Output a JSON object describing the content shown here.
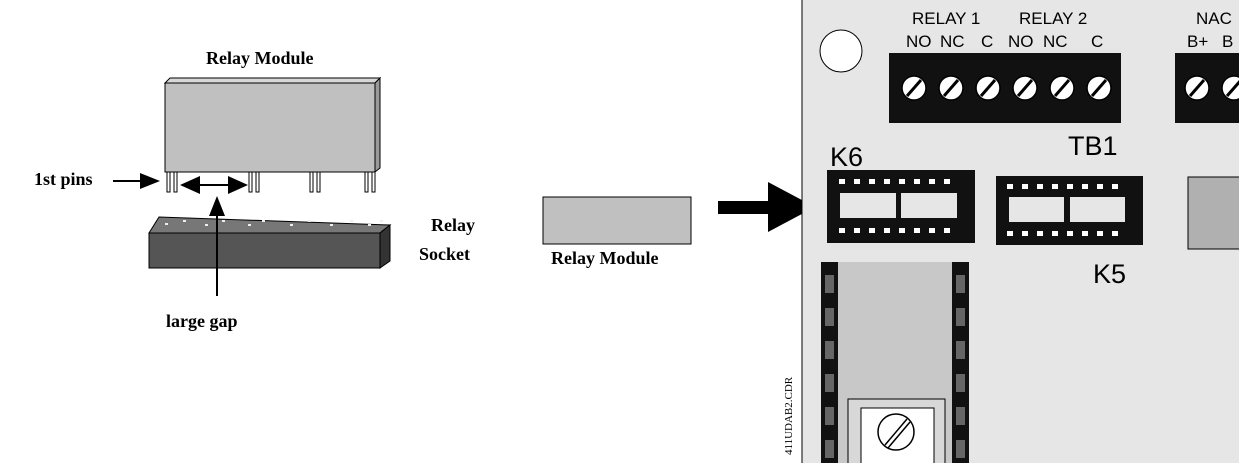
{
  "left_figure": {
    "relay_module_label": "Relay Module",
    "first_pins_label": "1st pins",
    "relay_socket_label_line1": "Relay",
    "relay_socket_label_line2": "Socket",
    "large_gap_label": "large gap"
  },
  "middle_figure": {
    "relay_module_label": "Relay Module"
  },
  "board": {
    "relay1_label": "RELAY 1",
    "relay2_label": "RELAY 2",
    "relay1_terminals": [
      "NO",
      "NC",
      "C"
    ],
    "relay2_terminals": [
      "NO",
      "NC",
      "C"
    ],
    "nac_label": "NAC",
    "nac_terminals": [
      "B+",
      "B"
    ],
    "tb1_label": "TB1",
    "k6_label": "K6",
    "k5_label": "K5",
    "file_label": "411UDAB2.CDR"
  },
  "colors": {
    "module_gray": "#c0c0c0",
    "socket_dark": "#555555",
    "board_gray": "#e6e6e6",
    "terminal_black": "#111111"
  }
}
